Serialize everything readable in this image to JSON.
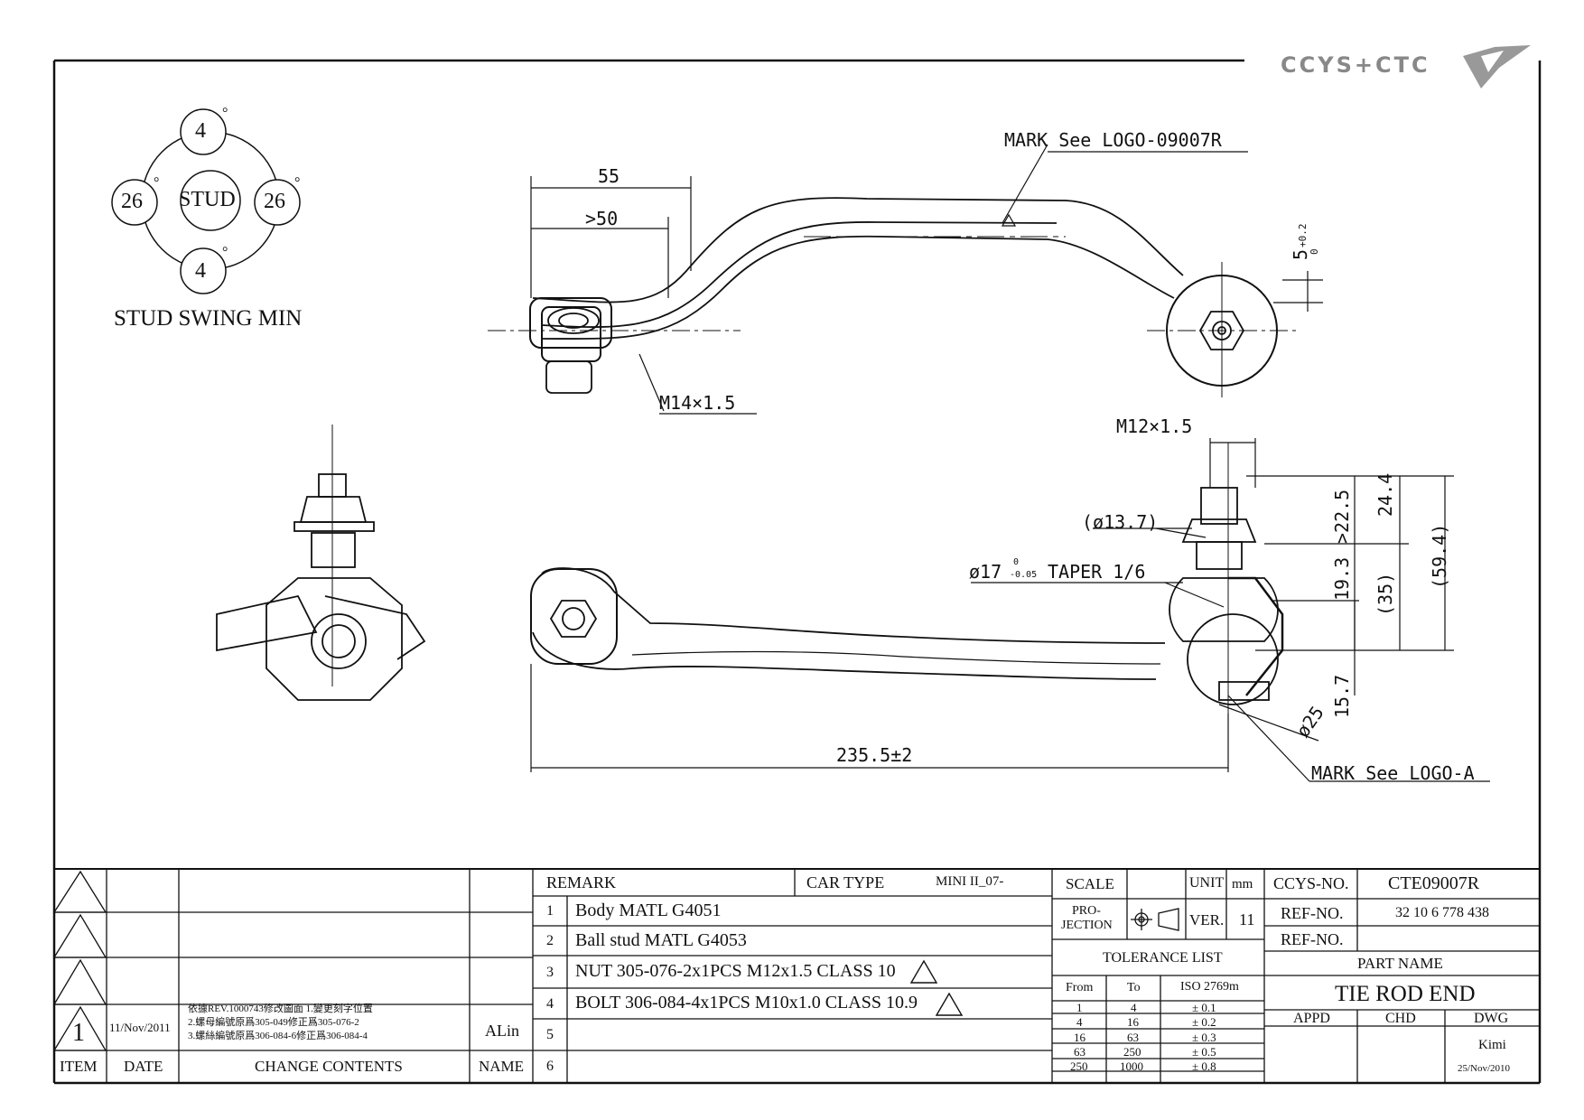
{
  "logo": {
    "text": "CCYS+CTC"
  },
  "stud_swing": {
    "title": "STUD SWING MIN",
    "center": "STUD",
    "top": "4",
    "bottom": "4",
    "left": "26",
    "right": "26",
    "degree_symbol": "°"
  },
  "dimensions": {
    "d55": "55",
    "d50": ">50",
    "mark_top": "MARK See LOGO-09007R",
    "m14": "M14×1.5",
    "offset_5": "5",
    "offset_5_tol_upper": "+0.2",
    "offset_5_tol_lower": "0",
    "m12": "M12×1.5",
    "d13_7": "(ø13.7)",
    "taper": "ø17",
    "taper_tol_upper": "0",
    "taper_tol_lower": "-0.05",
    "taper_text": "TAPER 1/6",
    "d22_5": ">22.5",
    "d24_4": "24.4",
    "d19_3": "19.3",
    "d35": "(35)",
    "d59_4": "(59.4)",
    "d15_7": "15.7",
    "d25": "ø25",
    "overall": "235.5±2",
    "mark_bottom": "MARK See LOGO-A"
  },
  "revision_block": {
    "rev_number": "1",
    "rev_date": "11/Nov/2011",
    "rev_content": [
      "依據REV.1000743修改圖面 1.變更刻字位置",
      "2.螺母編號原爲305-049修正爲305-076-2",
      "3.螺絲編號原爲306-084-6修正爲306-084-4"
    ],
    "rev_name": "ALin",
    "hdr_item": "ITEM",
    "hdr_date": "DATE",
    "hdr_contents": "CHANGE CONTENTS",
    "hdr_name": "NAME"
  },
  "remarks": {
    "header": "REMARK",
    "car_type_label": "CAR TYPE",
    "car_type_value": "MINI II_07-",
    "rows": [
      {
        "n": "1",
        "text": "Body MATL G4051"
      },
      {
        "n": "2",
        "text": "Ball stud MATL G4053"
      },
      {
        "n": "3",
        "text": "NUT 305-076-2x1PCS M12x1.5 CLASS 10"
      },
      {
        "n": "4",
        "text": "BOLT 306-084-4x1PCS M10x1.0 CLASS 10.9"
      },
      {
        "n": "5",
        "text": ""
      },
      {
        "n": "6",
        "text": ""
      }
    ]
  },
  "spec": {
    "scale_label": "SCALE",
    "unit_label": "UNIT",
    "unit_value": "mm",
    "projection_label_1": "PRO-",
    "projection_label_2": "JECTION",
    "ver_label": "VER.",
    "ver_value": "11",
    "tolerance_title": "TOLERANCE LIST",
    "tol_headers": [
      "From",
      "To",
      "ISO 2769m"
    ],
    "tol_rows": [
      [
        "1",
        "4",
        "± 0.1"
      ],
      [
        "4",
        "16",
        "± 0.2"
      ],
      [
        "16",
        "63",
        "± 0.3"
      ],
      [
        "63",
        "250",
        "± 0.5"
      ],
      [
        "250",
        "1000",
        "± 0.8"
      ]
    ]
  },
  "title_block": {
    "ccys_label": "CCYS-NO.",
    "ccys_value": "CTE09007R",
    "ref1_label": "REF-NO.",
    "ref1_value": "32 10 6 778 438",
    "ref2_label": "REF-NO.",
    "ref2_value": "",
    "part_name_label": "PART NAME",
    "part_name": "TIE ROD END",
    "appd": "APPD",
    "chd": "CHD",
    "dwg": "DWG",
    "drawer": "Kimi",
    "drawn_date": "25/Nov/2010"
  }
}
